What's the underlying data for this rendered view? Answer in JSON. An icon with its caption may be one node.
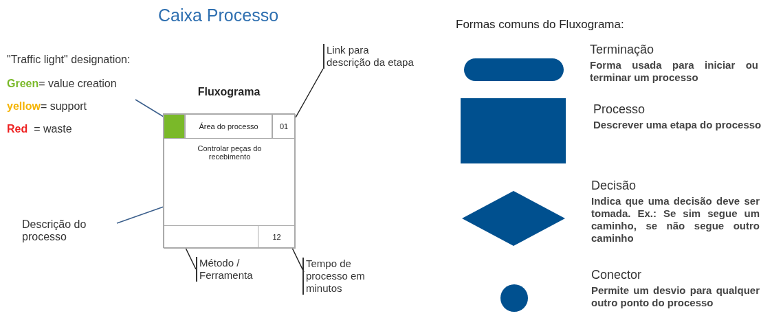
{
  "diagram": {
    "title": "Caixa Processo",
    "nodes": [
      {
        "text": [
          "\"Traffic light\" designation:"
        ]
      },
      {
        "text": [
          "Fluxograma"
        ]
      },
      {
        "text": [],
        "shape": "box",
        "in": 1
      },
      {
        "text": [
          "Área do processo"
        ],
        "in": 1
      },
      {
        "text": [
          "01"
        ],
        "in": 1
      },
      {
        "text": [
          "Controlar peças do recebimento"
        ],
        "in": 1
      },
      {
        "text": [],
        "shape": "box",
        "in": 1
      },
      {
        "text": [
          "12"
        ],
        "in": 1
      },
      {
        "text": [
          "Link para descrição da etapa"
        ]
      },
      {
        "text": [
          "Descrição do processo"
        ]
      },
      {
        "text": [
          "Método / Ferramenta"
        ]
      },
      {
        "text": [
          "Tempo de processo em minutos"
        ]
      },
      {
        "text": [],
        "shape": "terminator",
        "beside": [
          "Terminação",
          "Forma usada para iniciar ou terminar um processo"
        ]
      },
      {
        "text": [],
        "shape": "box",
        "beside": [
          "Processo",
          "Descrever uma etapa do processo"
        ]
      },
      {
        "text": [],
        "shape": "diamond",
        "beside": [
          "Decisão",
          "Indica que uma decisão deve ser tomada. Ex.: Se sim segue um caminho, se não segue outro caminho"
        ]
      },
      {
        "text": [],
        "shape": "circle",
        "beside": [
          "Conector",
          "Permite um desvio para qualquer outro ponto do processo"
        ]
      }
    ],
    "edges": [
      {
        "from": 0,
        "to": 2,
        "arrow": "none",
        "color": "#3b5f8c"
      },
      {
        "from": 8,
        "to": 4,
        "arrow": "none"
      },
      {
        "from": 9,
        "to": 5,
        "arrow": "none",
        "color": "#3b5f8c"
      },
      {
        "from": 10,
        "to": 6,
        "arrow": "none"
      },
      {
        "from": 11,
        "to": 7,
        "arrow": "none"
      }
    ],
    "labels": [
      "Formas comuns do Fluxograma:"
    ],
    "legend": [
      {
        "text": "Green= value creation",
        "color": "#7ab929"
      },
      {
        "text": "yellow= support",
        "color": "#f5b400"
      },
      {
        "text": "Red  = waste",
        "color": "#ee2222"
      }
    ]
  }
}
